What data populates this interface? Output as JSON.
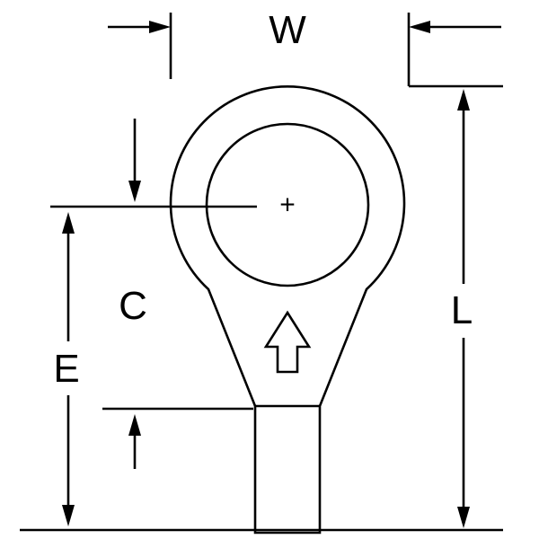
{
  "diagram": {
    "labels": {
      "width": "W",
      "center": "C",
      "end": "E",
      "length": "L"
    },
    "center_mark": "+"
  },
  "colors": {
    "line": "#000000",
    "background": "#ffffff"
  }
}
